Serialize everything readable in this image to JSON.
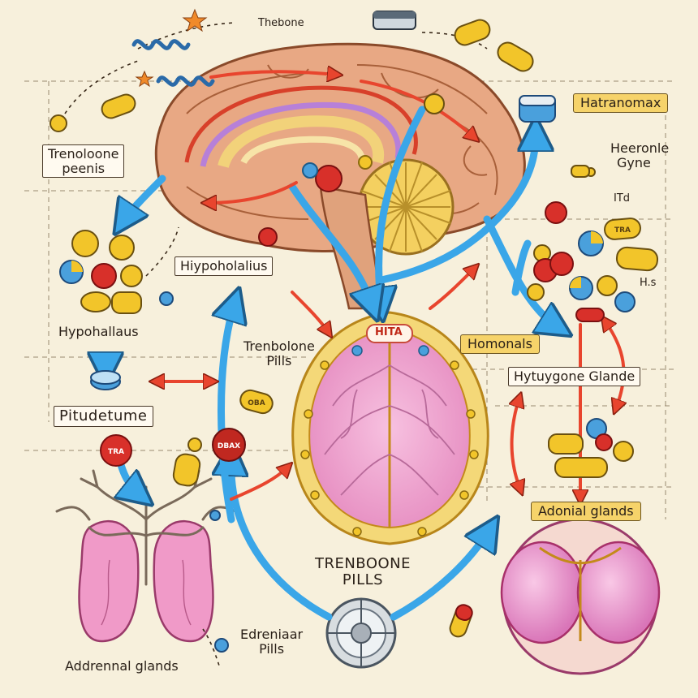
{
  "labels": {
    "top_title": "Thebone",
    "trenolone_peenis_line1": "Trenoloone",
    "trenolone_peenis_line2": "peenis",
    "hatranomax": "Hatranomax",
    "heeronle_line1": "Heeronle",
    "heeronle_line2": "Gyne",
    "itd": "ITd",
    "hs": "H.s",
    "hypoholalius": "Hiypoholalius",
    "hypohallaus": "Hypohallaus",
    "trenbolone_pills_line1": "Trenbolone",
    "trenbolone_pills_line2": "Pills",
    "hita": "HITA",
    "homonals": "Homonals",
    "hytuygone": "Hytuygone Glande",
    "pitudetume": "Pitudetume",
    "adonial_glands": "Adonial glands",
    "trenboone_pills_line1": "TRENBOONE",
    "trenboone_pills_line2": "PILLS",
    "edreniaar_line1": "Edreniaar",
    "edreniaar_line2": "Pills",
    "addrennal_glands": "Addrennal glands",
    "pill_tag_1": "TRA",
    "pill_tag_2": "DBAX",
    "pill_tag_3": "OBA",
    "pill_tag_4": "TRA"
  },
  "colors": {
    "background": "#f7f0dc",
    "brain": "#e8a884",
    "brain_outline": "#8a4a2a",
    "gland": "#f2a6cf",
    "gland_outline": "#c48a1a",
    "arrow_blue": "#3aa6e8",
    "arrow_red": "#e8452e",
    "pill_yellow": "#f2c52a",
    "pill_red": "#d8302a",
    "pill_blue": "#4aa0dc"
  }
}
